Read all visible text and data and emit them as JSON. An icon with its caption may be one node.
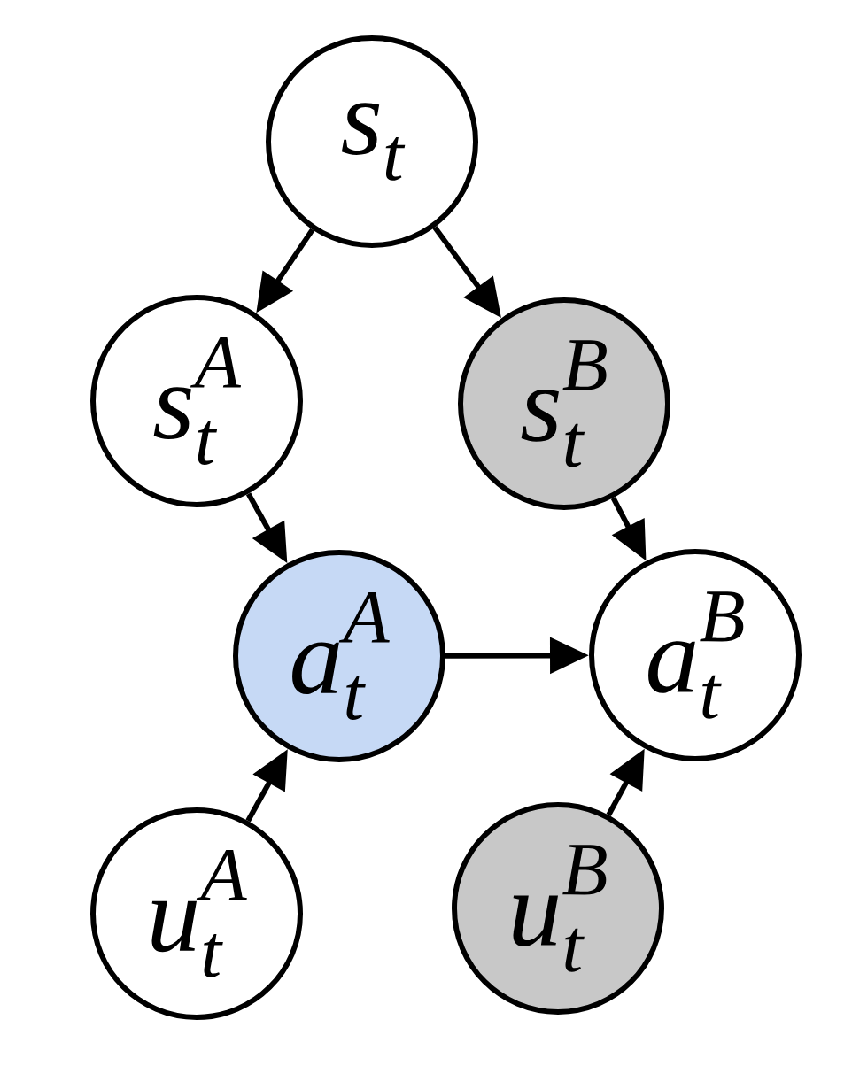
{
  "diagram": {
    "nodes": [
      {
        "text": [
          "s$_{t}$"
        ]
      },
      {
        "text": [
          "s$^{A}$$_{t}$"
        ]
      },
      {
        "text": [
          "s$^{B}$$_{t}$"
        ]
      },
      {
        "text": [
          "a$^{A}$$_{t}$"
        ]
      },
      {
        "text": [
          "a$^{B}$$_{t}$"
        ]
      },
      {
        "text": [
          "u$^{A}$$_{t}$"
        ]
      },
      {
        "text": [
          "u$^{B}$$_{t}$"
        ]
      }
    ],
    "edges": [
      {
        "from": 0,
        "to": 1,
        "arrow": "to"
      },
      {
        "from": 0,
        "to": 2,
        "arrow": "to"
      },
      {
        "from": 1,
        "to": 3,
        "arrow": "to"
      },
      {
        "from": 2,
        "to": 4,
        "arrow": "to"
      },
      {
        "from": 3,
        "to": 4,
        "arrow": "to"
      },
      {
        "from": 5,
        "to": 3,
        "arrow": "to"
      },
      {
        "from": 6,
        "to": 4,
        "arrow": "to"
      }
    ]
  }
}
